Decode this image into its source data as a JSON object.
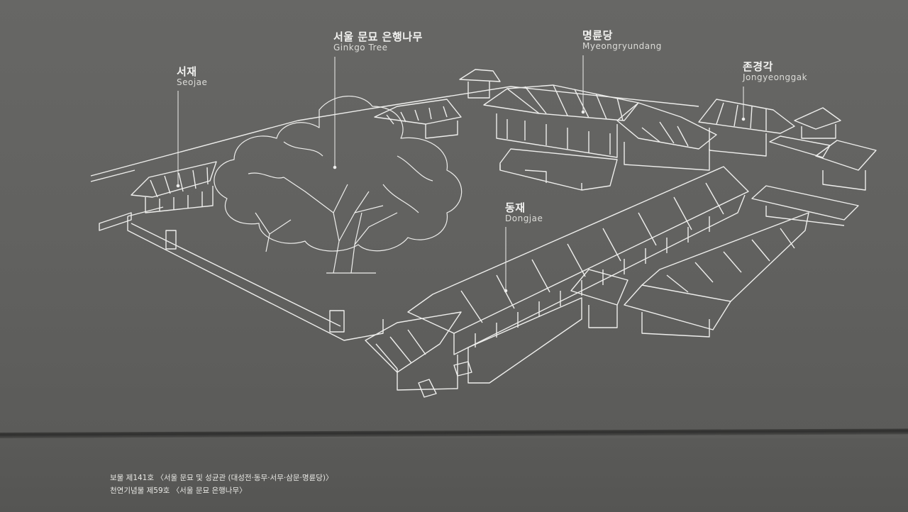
{
  "labels": {
    "seojae": {
      "ko": "서재",
      "en": "Seojae"
    },
    "ginkgo": {
      "ko": "서울 문묘 은행나무",
      "en": "Ginkgo Tree"
    },
    "myeongryundang": {
      "ko": "명륜당",
      "en": "Myeongryundang"
    },
    "jongyeonggak": {
      "ko": "존경각",
      "en": "Jongyeonggak"
    },
    "dongjae": {
      "ko": "동재",
      "en": "Dongjae"
    }
  },
  "footnotes": {
    "line1": "보물 제141호 〈서울 문묘 및 성균관 (대성전·동무·서무·삼문·명륜당)〉",
    "line2": "천연기념물 제59호 〈서울 문묘 은행나무〉"
  },
  "colors": {
    "board": "#656563",
    "line_art": "#f0f0ee"
  }
}
